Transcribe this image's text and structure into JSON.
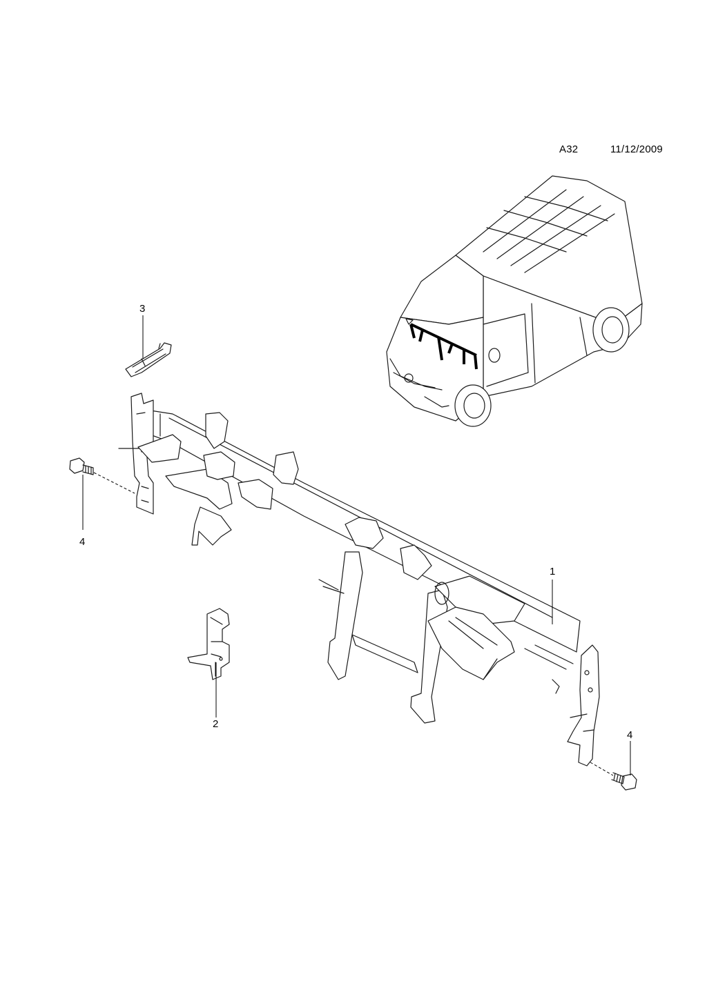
{
  "header": {
    "code": "A32",
    "date": "11/12/2009"
  },
  "callouts": [
    {
      "id": "cross-member",
      "number": "1"
    },
    {
      "id": "bracket",
      "number": "2"
    },
    {
      "id": "plate",
      "number": "3"
    },
    {
      "id": "bolt-left",
      "number": "4"
    },
    {
      "id": "bolt-right",
      "number": "4"
    }
  ]
}
